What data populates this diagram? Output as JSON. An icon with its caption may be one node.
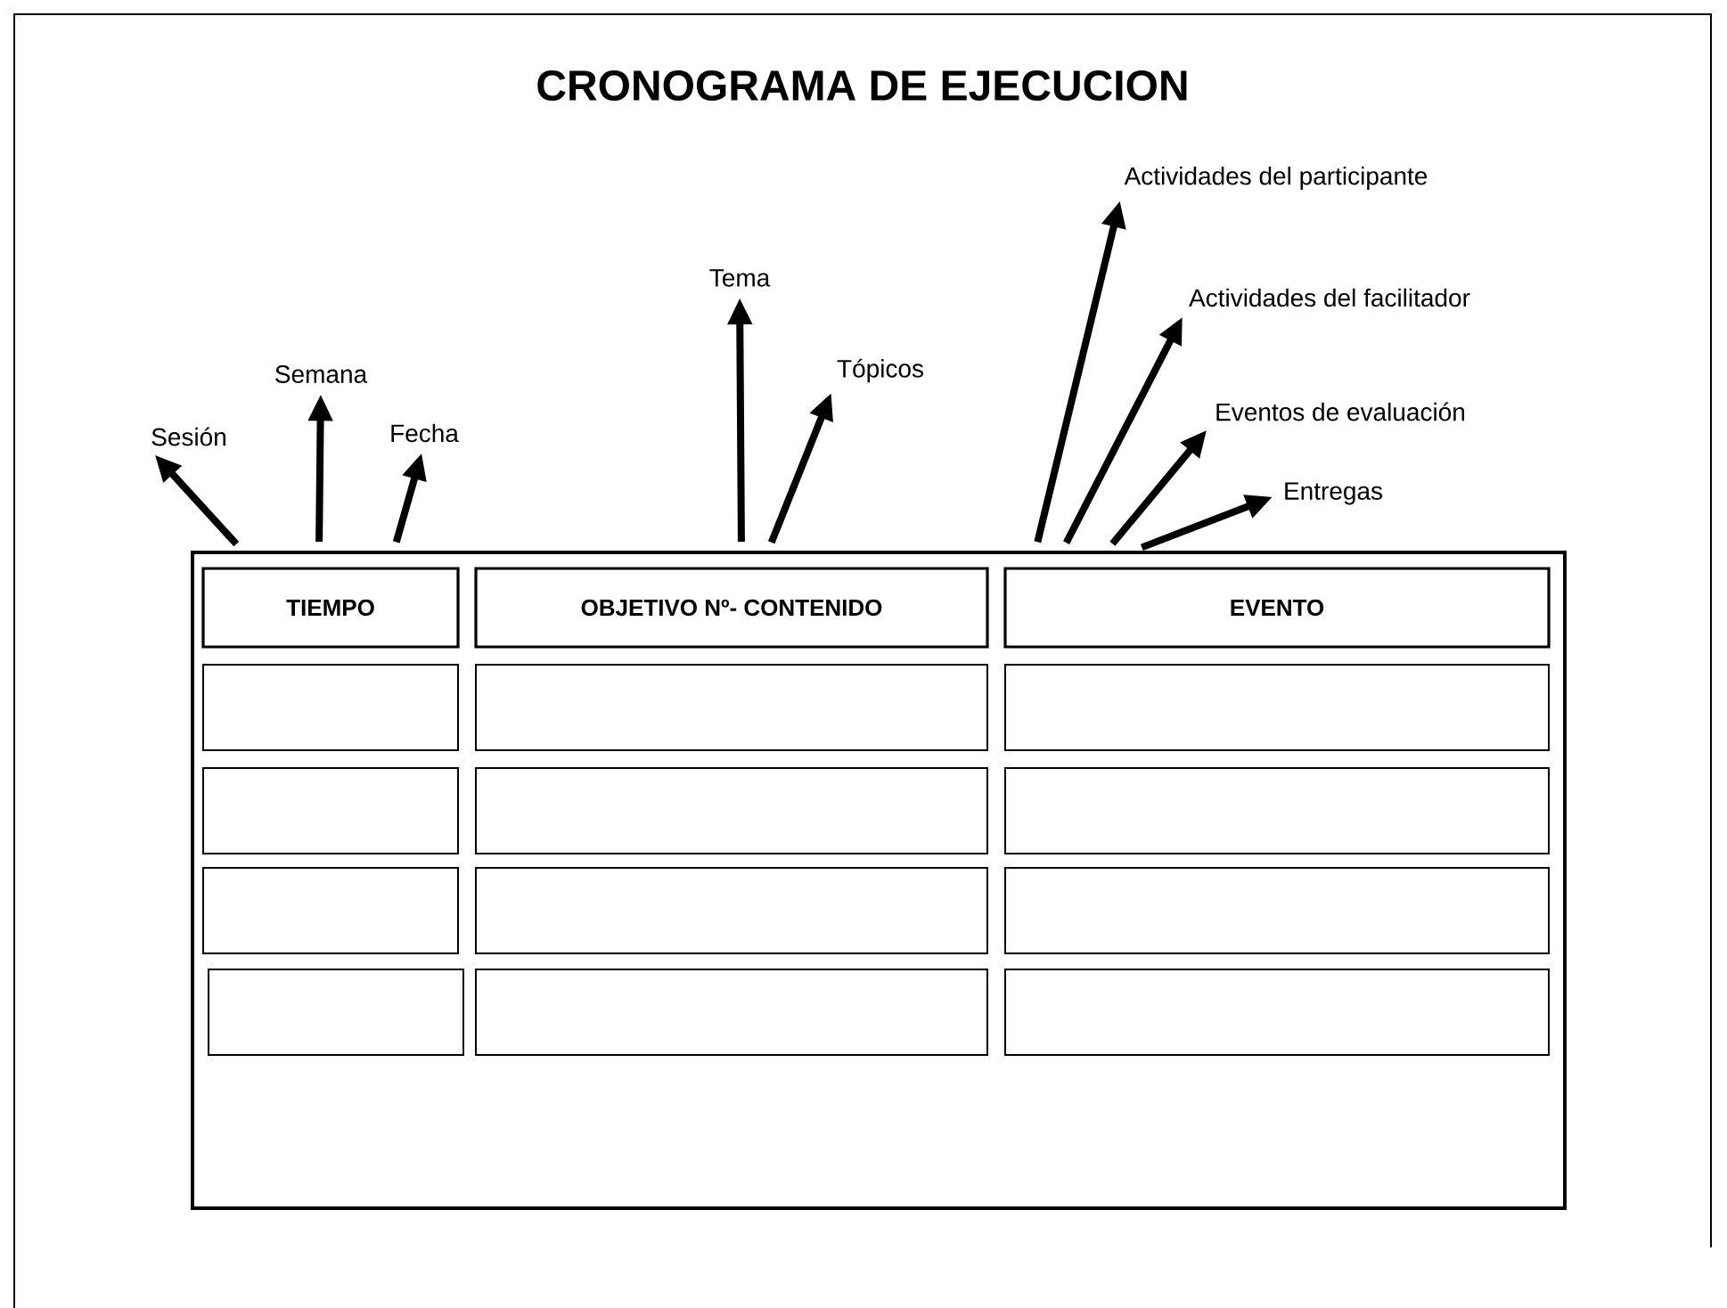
{
  "diagram": {
    "title": "CRONOGRAMA DE EJECUCION",
    "nodes": [
      {
        "text": [],
        "shape": "box"
      },
      {
        "text": [
          "TIEMPO"
        ],
        "in": 0
      },
      {
        "text": [
          "OBJETIVO Nº- CONTENIDO"
        ],
        "in": 0
      },
      {
        "text": [
          "EVENTO"
        ],
        "in": 0
      },
      {
        "text": [],
        "shape": "box",
        "in": 0
      },
      {
        "text": [],
        "shape": "box",
        "in": 0
      },
      {
        "text": [],
        "shape": "box",
        "in": 0
      },
      {
        "text": [],
        "shape": "box",
        "in": 0
      },
      {
        "text": [],
        "shape": "box",
        "in": 0
      },
      {
        "text": [],
        "shape": "box",
        "in": 0
      },
      {
        "text": [],
        "shape": "box",
        "in": 0
      },
      {
        "text": [],
        "shape": "box",
        "in": 0
      },
      {
        "text": [],
        "shape": "box",
        "in": 0
      },
      {
        "text": [],
        "shape": "box",
        "in": 0
      },
      {
        "text": [],
        "shape": "box",
        "in": 0
      },
      {
        "text": [],
        "shape": "box",
        "in": 0
      },
      {
        "text": [
          "Sesión"
        ]
      },
      {
        "text": [
          "Semana"
        ]
      },
      {
        "text": [
          "Fecha"
        ]
      },
      {
        "text": [
          "Tema"
        ]
      },
      {
        "text": [
          "Tópicos"
        ]
      },
      {
        "text": [
          "Actividades del participante"
        ]
      },
      {
        "text": [
          "Actividades del facilitador"
        ]
      },
      {
        "text": [
          "Eventos de evaluación"
        ]
      },
      {
        "text": [
          "Entregas"
        ]
      }
    ],
    "edges": [
      {
        "from": 0,
        "to": 16,
        "arrow": "to"
      },
      {
        "from": 0,
        "to": 17,
        "arrow": "to"
      },
      {
        "from": 0,
        "to": 18,
        "arrow": "to"
      },
      {
        "from": 0,
        "to": 19,
        "arrow": "to"
      },
      {
        "from": 0,
        "to": 20,
        "arrow": "to"
      },
      {
        "from": 0,
        "to": 21,
        "arrow": "to"
      },
      {
        "from": 0,
        "to": 22,
        "arrow": "to"
      },
      {
        "from": 0,
        "to": 23,
        "arrow": "to"
      },
      {
        "from": 0,
        "to": 24,
        "arrow": "to"
      }
    ]
  }
}
